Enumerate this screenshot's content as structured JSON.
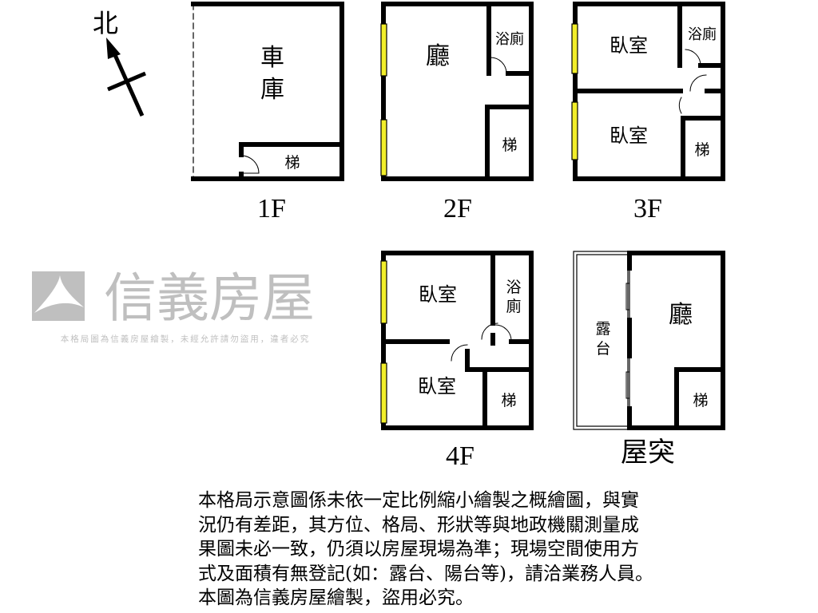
{
  "compass": {
    "label": "北"
  },
  "floors": [
    {
      "label": "1F",
      "rooms": [
        "車",
        "庫",
        "梯"
      ]
    },
    {
      "label": "2F",
      "rooms": [
        "廳",
        "浴廁",
        "梯"
      ]
    },
    {
      "label": "3F",
      "rooms": [
        "臥室",
        "浴廁",
        "臥室",
        "梯"
      ]
    },
    {
      "label": "4F",
      "rooms": [
        "臥室",
        "浴",
        "廁",
        "臥室",
        "梯"
      ]
    },
    {
      "label": "屋突",
      "rooms": [
        "露",
        "台",
        "廳",
        "梯"
      ]
    }
  ],
  "watermark": {
    "brand": "信義房屋",
    "notice": "本格局圖為信義房屋繪製，未經允許請勿盜用，違者必究"
  },
  "colors": {
    "window": "#f2ee2a",
    "wall": "#000000",
    "watermark": "#b4b4b4"
  },
  "note": {
    "lines": [
      "本格局示意圖係未依一定比例縮小繪製之概繪圖，與實",
      "況仍有差距，其方位、格局、形狀等與地政機關測量成",
      "果圖未必一致，仍須以房屋現場為準；現場空間使用方",
      "式及面積有無登記(如：露台、陽台等)，請洽業務人員。",
      "本圖為信義房屋繪製，盜用必究。"
    ]
  }
}
